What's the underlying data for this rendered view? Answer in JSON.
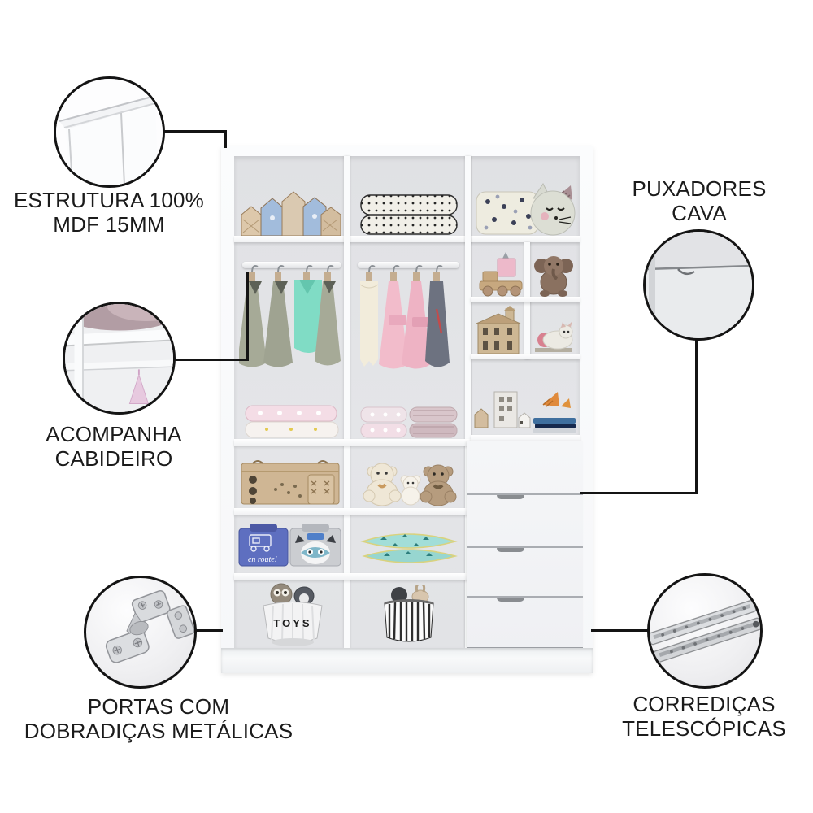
{
  "background_color": "#ffffff",
  "line_color": "#141414",
  "callouts": {
    "estrutura": {
      "line1": "ESTRUTURA 100%",
      "line2": "MDF 15MM",
      "icon": "mdf-panel-corner-icon"
    },
    "puxadores": {
      "line1": "PUXADORES",
      "line2": "CAVA",
      "icon": "recessed-handle-icon"
    },
    "cabideiro": {
      "line1": "ACOMPANHA",
      "line2": "CABIDEIRO",
      "icon": "hanging-rod-icon"
    },
    "dobradicas": {
      "line1": "PORTAS COM",
      "line2": "DOBRADIÇAS METÁLICAS",
      "icon": "metal-hinge-icon"
    },
    "corredicas": {
      "line1": "CORREDIÇAS",
      "line2": "TELESCÓPICAS",
      "icon": "telescopic-slide-icon"
    }
  },
  "wardrobe": {
    "toys_basket_label": "TOYS",
    "storage_bin_label": "en route!",
    "drawer_count": 4,
    "columns": 3,
    "frame_color": "#fafbfc",
    "interior_color": "#e3e4e7",
    "contents": {
      "left_column": [
        "decorative house ornaments",
        "4 hangers with green dresses and mint hooded towel",
        "folded pink blankets",
        "wooden toy chest",
        "blue and gray fabric bins",
        "TOYS basket with plush toys"
      ],
      "middle_column": [
        "folded black-dot duvet",
        "4 hangers with cream wrap, pink dresses, gray apron",
        "folded polka-dot blankets",
        "teddy bears",
        "teal pillows",
        "striped basket with plush toys"
      ],
      "right_column": [
        "raindrop pillow and cat cushion",
        "toy train",
        "plush elephant",
        "house model",
        "cat figurine",
        "frame, houses, fox figurines on books",
        "4 drawers"
      ]
    }
  }
}
